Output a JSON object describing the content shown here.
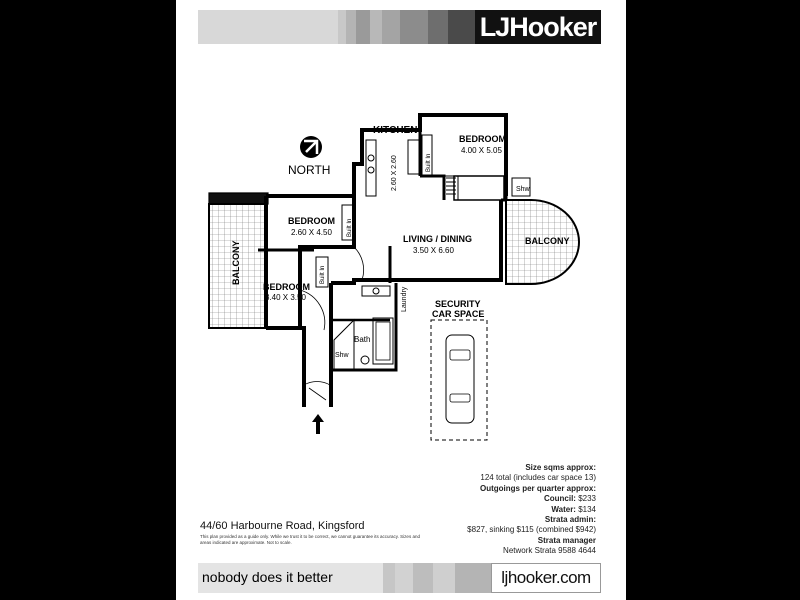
{
  "brand": {
    "logo": "LJHooker",
    "slogan": "nobody does it better",
    "website": "ljhooker.com"
  },
  "plan": {
    "north": "NORTH",
    "rooms": {
      "kitchen": {
        "name": "KITCHEN",
        "dims": "2.60 X 2.60"
      },
      "bedroom_top": {
        "name": "BEDROOM",
        "dims": "4.00 X 5.05"
      },
      "bedroom_mid": {
        "name": "BEDROOM",
        "dims": "2.60 X 4.50"
      },
      "bedroom_low": {
        "name": "BEDROOM",
        "dims": "3.40 X 3.50"
      },
      "living": {
        "name": "LIVING / DINING",
        "dims": "3.50 X 6.60"
      },
      "balcony_left": "BALCONY",
      "balcony_right": "BALCONY",
      "car_space": [
        "SECURITY",
        "CAR SPACE"
      ],
      "bath": "Bath",
      "shower_ensuite": "Shw",
      "shower_bath": "Shw",
      "laundry": "Laundry",
      "built_in": "Built In"
    }
  },
  "address": "44/60 Harbourne Road, Kingsford",
  "disclaimer": "This plan provided as a guide only. While we trust it to be correct, we cannot guarantee its accuracy. Sizes and areas indicated are approximate. Not to scale.",
  "specs": {
    "size_label": "Size sqms approx:",
    "size_value": "124 total  (includes car space 13)",
    "outgoings_label": "Outgoings per quarter approx:",
    "council_label": "Council:",
    "council_value": "$233",
    "water_label": "Water:",
    "water_value": "$134",
    "strata_admin_label": "Strata admin:",
    "strata_admin_value": "$827, sinking $115 (combined $942)",
    "strata_manager_label": "Strata manager",
    "strata_manager_value": "Network Strata 9588 4644"
  }
}
